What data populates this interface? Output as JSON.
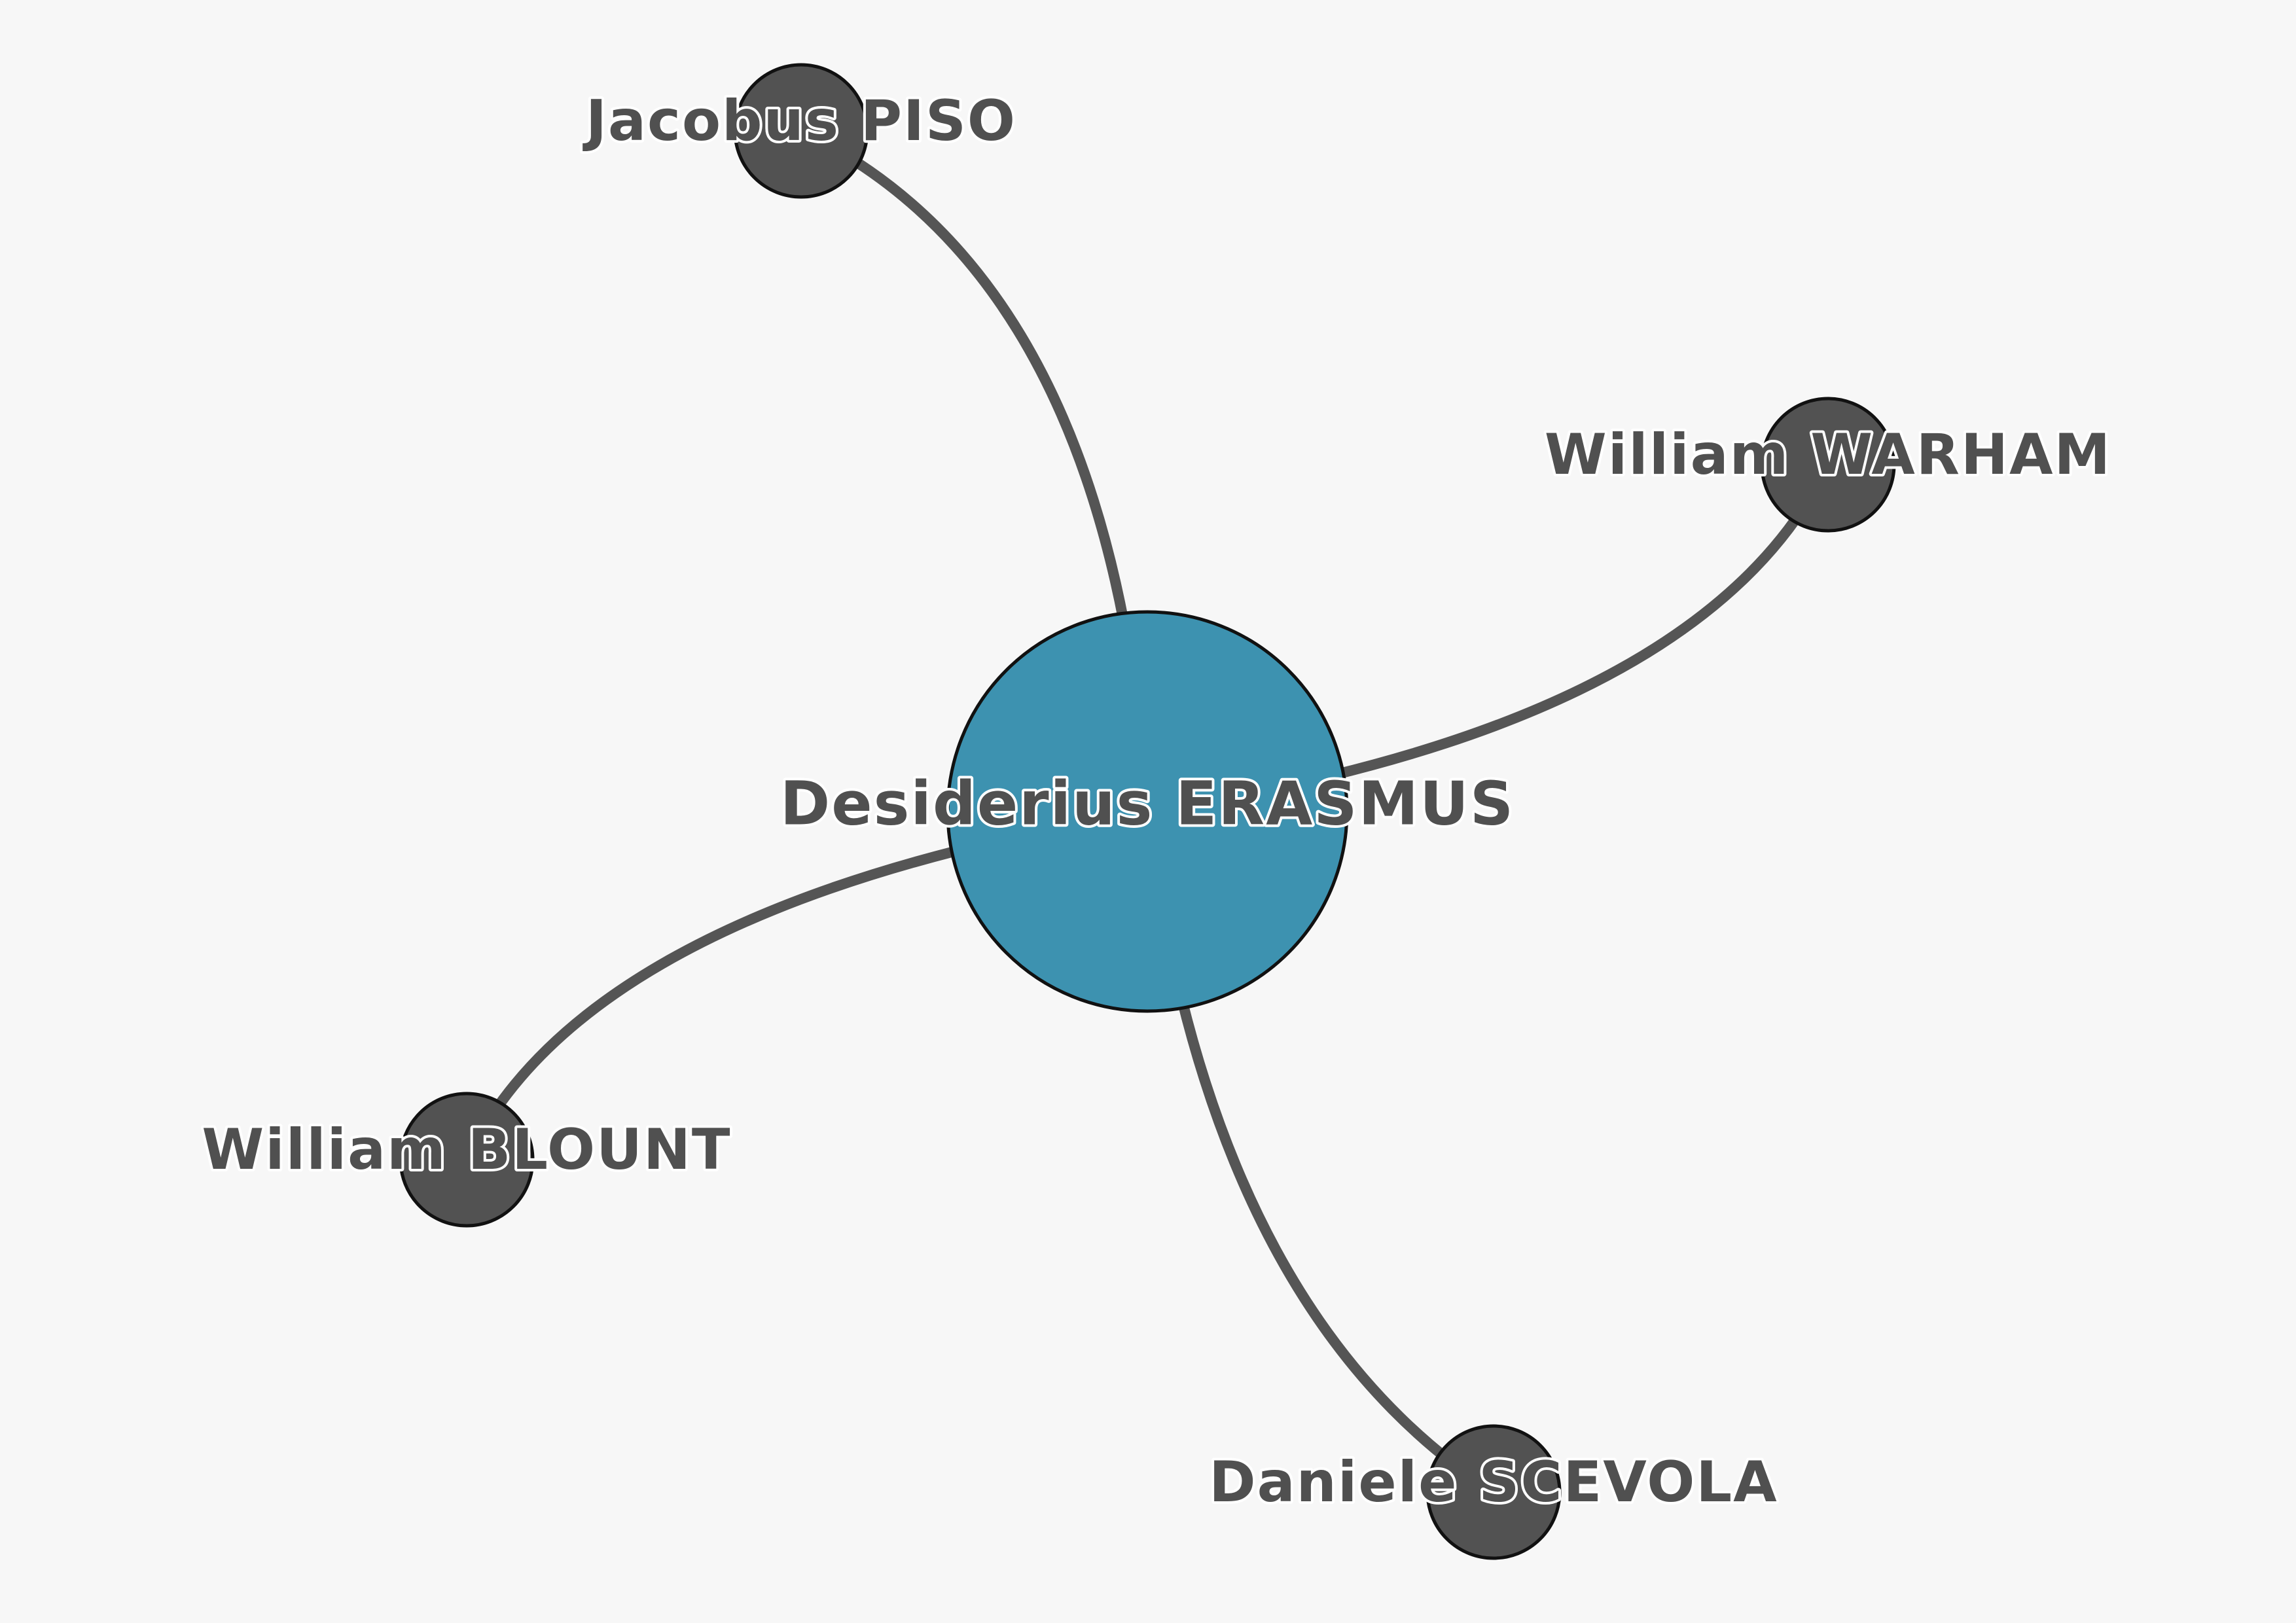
{
  "graph": {
    "colors": {
      "background": "#f7f7f7",
      "center_node": "#3d92b0",
      "peripheral_node": "#525252",
      "edge": "#555555",
      "label_fill": "#505050",
      "label_outline": "#ffffff"
    },
    "nodes": [
      {
        "id": "erasmus",
        "label": "Desiderius ERASMUS",
        "role": "center"
      },
      {
        "id": "piso",
        "label": "Jacobus PISO",
        "role": "peripheral"
      },
      {
        "id": "warham",
        "label": "William WARHAM",
        "role": "peripheral"
      },
      {
        "id": "blount",
        "label": "William BLOUNT",
        "role": "peripheral"
      },
      {
        "id": "scevola",
        "label": "Daniele SCEVOLA",
        "role": "peripheral"
      }
    ],
    "edges": [
      {
        "source": "erasmus",
        "target": "piso"
      },
      {
        "source": "erasmus",
        "target": "warham"
      },
      {
        "source": "erasmus",
        "target": "blount"
      },
      {
        "source": "erasmus",
        "target": "scevola"
      }
    ]
  }
}
